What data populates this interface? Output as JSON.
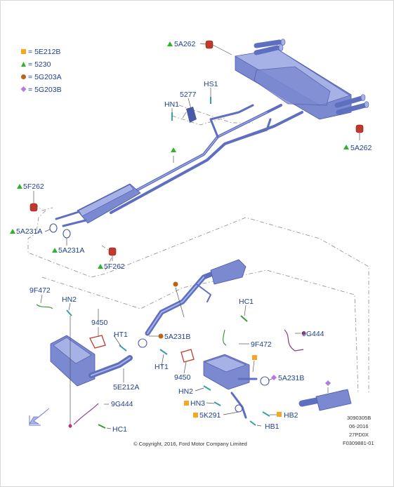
{
  "legend": [
    {
      "code": "5E212B",
      "symbol": "square",
      "color": "#f5a623"
    },
    {
      "code": "5230",
      "symbol": "triangle",
      "color": "#2fb32f"
    },
    {
      "code": "5G203A",
      "symbol": "circle",
      "color": "#b8651b"
    },
    {
      "code": "5G203B",
      "symbol": "diamond",
      "color": "#b57be0"
    }
  ],
  "parts": {
    "p5A262_top": "5A262",
    "p5A262_right": "5A262",
    "p5277": "5277",
    "pHS1": "HS1",
    "pHN1": "HN1",
    "p5F262_top": "5F262",
    "p5F262_bot": "5F262",
    "p5A231A_1": "5A231A",
    "p5A231A_2": "5A231A",
    "p9F472_left": "9F472",
    "pHN2_top": "HN2",
    "p9450_left": "9450",
    "pHT1_left": "HT1",
    "p5A231B_top": "5A231B",
    "pHC1_top": "HC1",
    "p9F472_right": "9F472",
    "p9G444_right": "9G444",
    "pHT1_mid": "HT1",
    "p9450_mid": "9450",
    "p5A231B_right": "5A231B",
    "p5E212A": "5E212A",
    "pHN2_bot": "HN2",
    "pHN3": "HN3",
    "p5K291": "5K291",
    "pHB2": "HB2",
    "pHB1": "HB1",
    "p9G444_bot": "9G444",
    "pHC1_bot": "HC1"
  },
  "meta": {
    "copyright": "© Copyright, 2016, Ford Motor Company Limited",
    "doc_number": "3090305B",
    "date": "06-2016",
    "code": "27PD0X",
    "figure_id": "F0309881-01"
  }
}
